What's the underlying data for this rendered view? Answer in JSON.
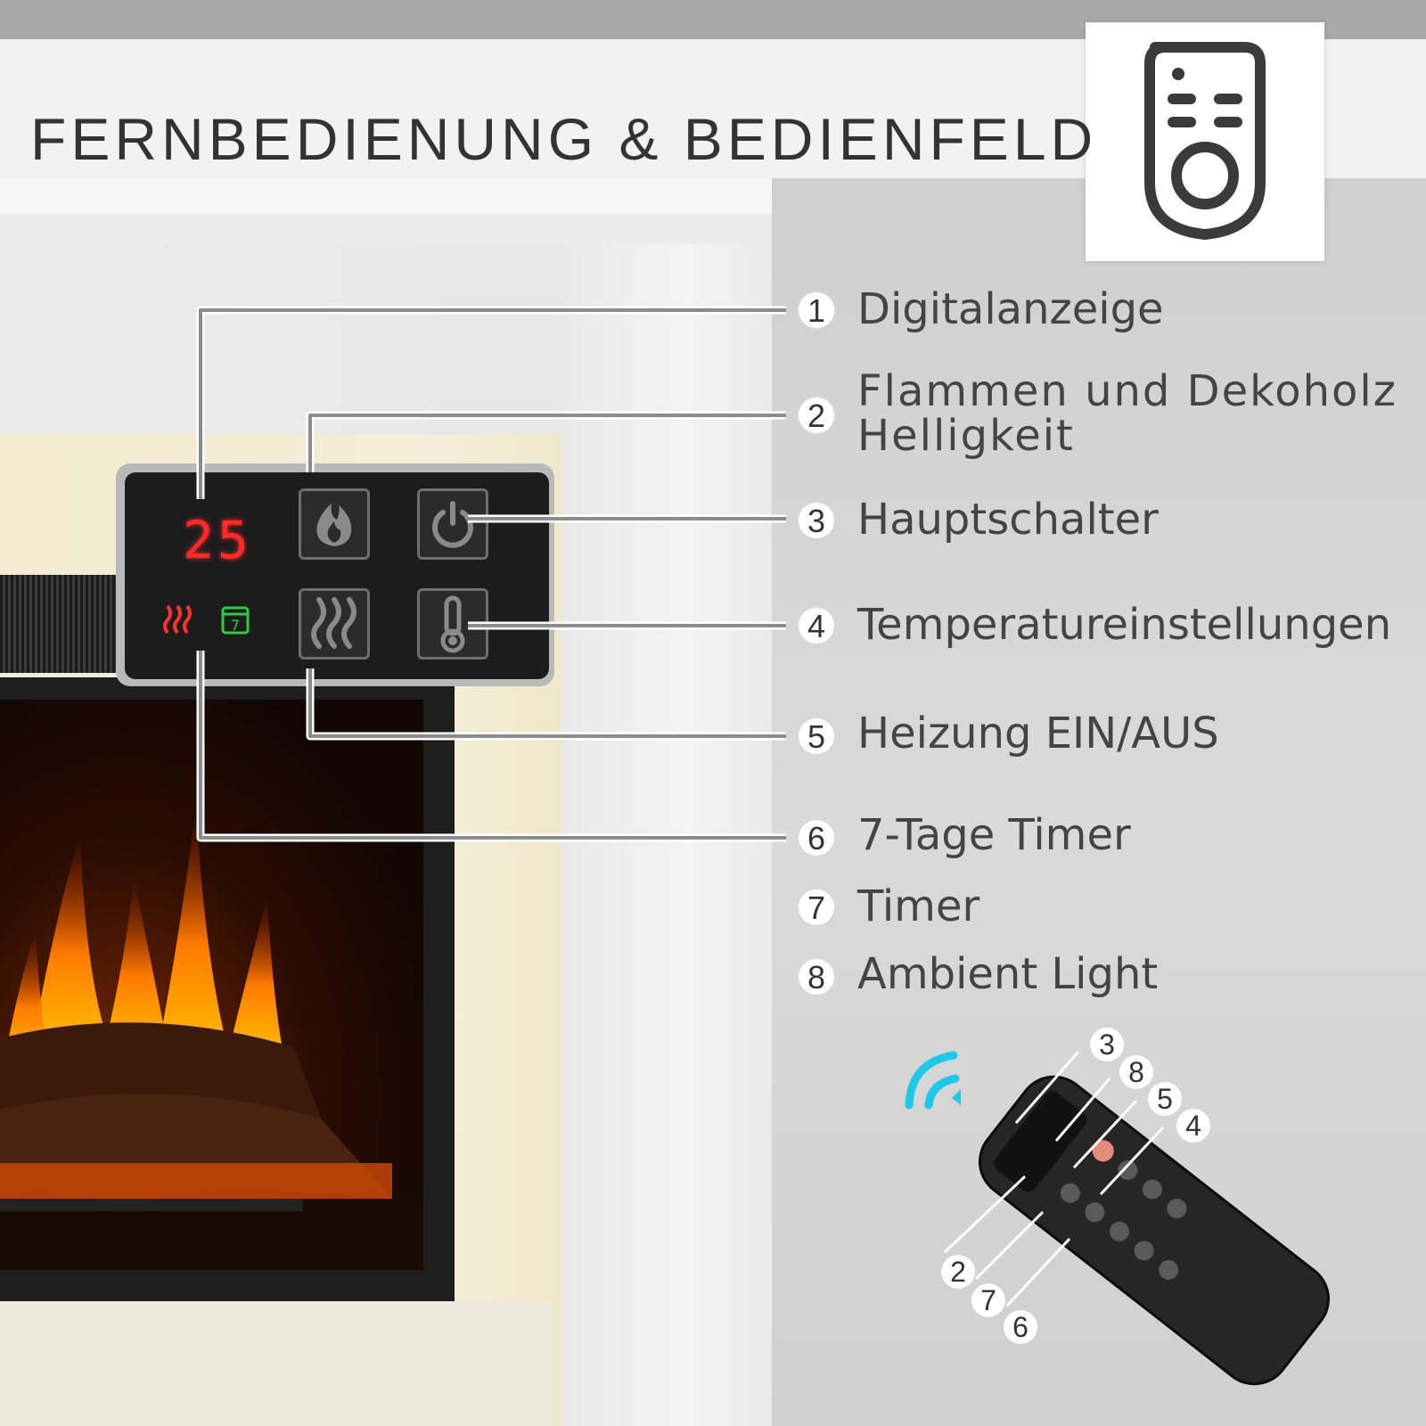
{
  "header": {
    "title": "FERNBEDIENUNG & BEDIENFELD"
  },
  "icons": {
    "header_icon": "remote-control-icon"
  },
  "panel": {
    "display_value": "25"
  },
  "features": [
    {
      "number": "1",
      "label": "Digitalanzeige"
    },
    {
      "number": "2",
      "label_line1": "Flammen und Dekoholz",
      "label_line2": "Helligkeit"
    },
    {
      "number": "3",
      "label": "Hauptschalter"
    },
    {
      "number": "4",
      "label": "Temperatureinstellungen"
    },
    {
      "number": "5",
      "label": "Heizung EIN/AUS"
    },
    {
      "number": "6",
      "label": "7-Tage Timer"
    },
    {
      "number": "7",
      "label": "Timer"
    },
    {
      "number": "8",
      "label": "Ambient Light"
    }
  ],
  "remote_callouts": [
    "3",
    "8",
    "5",
    "4",
    "2",
    "7",
    "6"
  ],
  "colors": {
    "display_red": "#ff2a2a",
    "timer_green": "#2ecc40",
    "signal_cyan": "#1ec8e8",
    "power_button": "#e88a7a"
  }
}
